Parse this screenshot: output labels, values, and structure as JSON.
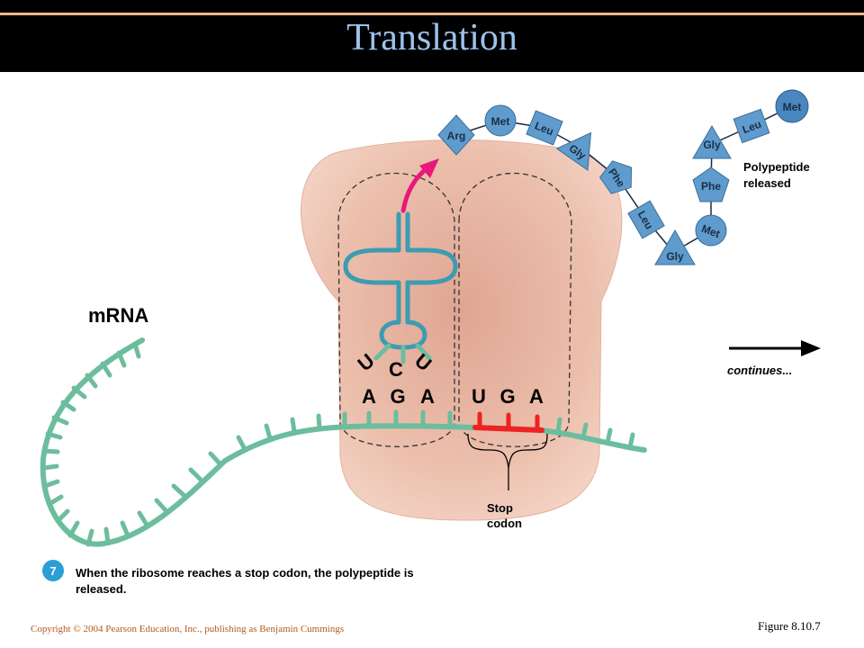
{
  "header": {
    "title": "Translation"
  },
  "diagram": {
    "mrna_label": "mRNA",
    "continues_label": "continues...",
    "polypeptide_label": [
      "Polypeptide",
      "released"
    ],
    "stop_codon_label": [
      "Stop",
      "codon"
    ],
    "anticodon": [
      "U",
      "C",
      "U"
    ],
    "codon_p_site": [
      "A",
      "G",
      "A"
    ],
    "codon_stop": [
      "U",
      "G",
      "A"
    ],
    "step_number": "7",
    "caption": [
      "When the ribosome reaches a stop codon, the polypeptide is",
      "released."
    ],
    "chain_attached": [
      "Arg",
      "Met",
      "Leu",
      "Gly",
      "Phe",
      "Leu",
      "Gly"
    ],
    "chain_released": [
      "Met",
      "Leu",
      "Gly",
      "Phe",
      "Met"
    ]
  },
  "footer": {
    "copyright": "Copyright © 2004 Pearson Education, Inc., publishing as Benjamin Cummings",
    "figure": "Figure 8.10.7"
  },
  "colors": {
    "title_bar": "#000000",
    "title_text": "#9cc3ee",
    "mrna": "#6cbd9e",
    "trna": "#3d9bb2",
    "ribosome": "#eab9a6",
    "amino_acid": "#5f9bcd",
    "stop_codon": "#ee2222",
    "arrow": "#e8197a"
  }
}
